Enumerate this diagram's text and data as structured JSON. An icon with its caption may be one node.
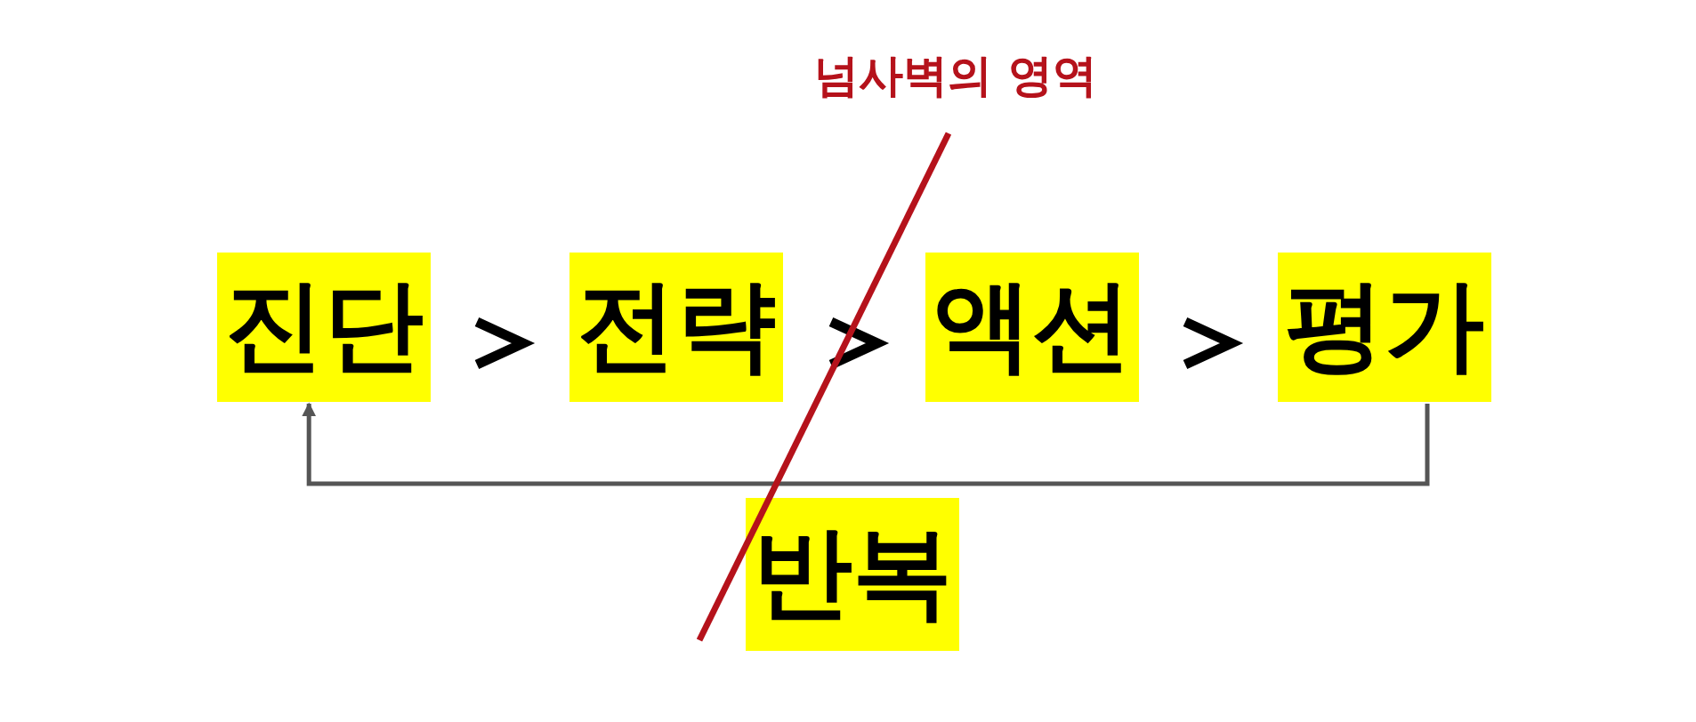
{
  "diagram": {
    "nodes": [
      {
        "text": [
          "진단"
        ]
      },
      {
        "text": [
          "전략"
        ]
      },
      {
        "text": [
          "액션"
        ]
      },
      {
        "text": [
          "평가"
        ]
      },
      {
        "text": [
          "반복"
        ]
      }
    ],
    "edges": [
      {
        "from": 0,
        "to": 1,
        "arrow": "to"
      },
      {
        "from": 1,
        "to": 2,
        "arrow": "to"
      },
      {
        "from": 2,
        "to": 3,
        "arrow": "to"
      },
      {
        "from": 3,
        "to": 0,
        "arrow": "to",
        "color": "#555555"
      }
    ],
    "labels": [
      "넘사벽의 영역"
    ]
  }
}
